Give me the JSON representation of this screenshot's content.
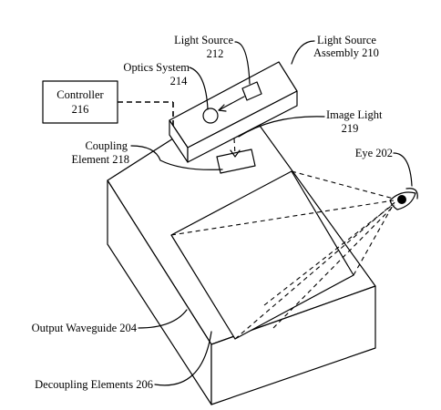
{
  "labels": {
    "light_source": "Light Source",
    "light_source_ref": "212",
    "light_source_assembly": "Light Source",
    "light_source_assembly_ref": "Assembly 210",
    "optics_system": "Optics System",
    "optics_system_ref": "214",
    "controller": "Controller",
    "controller_ref": "216",
    "image_light": "Image Light",
    "image_light_ref": "219",
    "coupling_element": "Coupling",
    "coupling_element_ref": "Element 218",
    "eye": "Eye 202",
    "output_waveguide": "Output Waveguide 204",
    "decoupling_elements": "Decoupling Elements 206"
  }
}
